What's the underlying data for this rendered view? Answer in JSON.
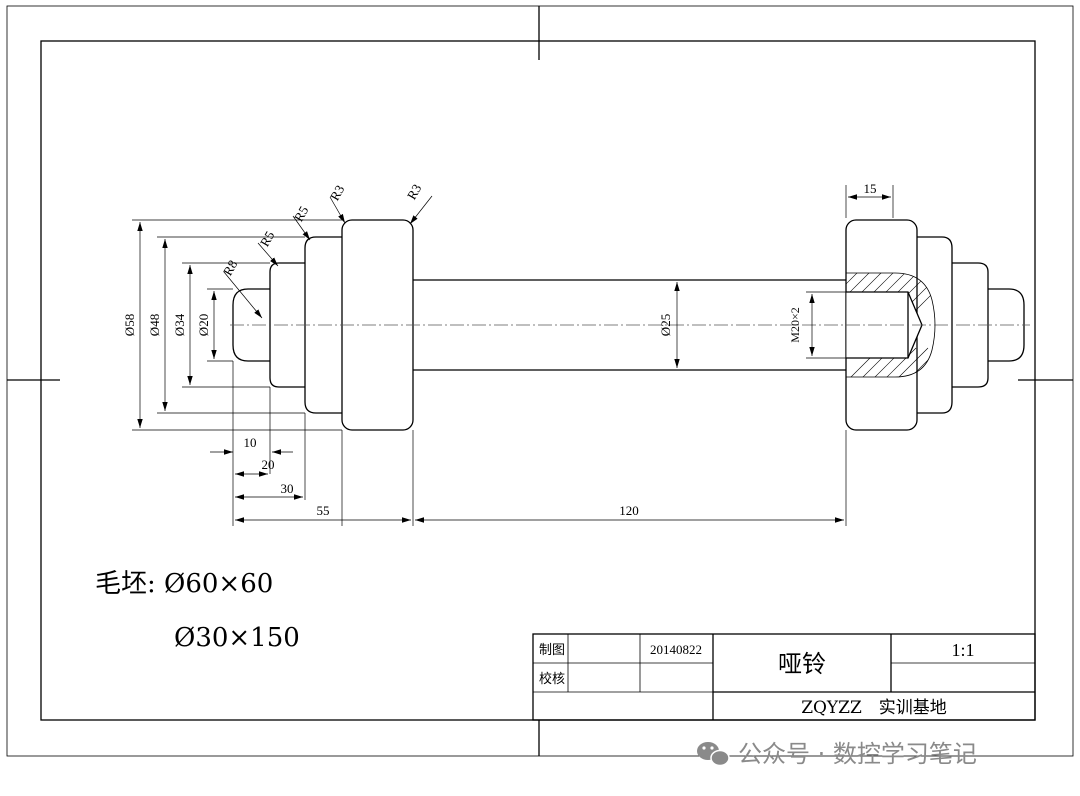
{
  "drawing": {
    "dimensions": {
      "dia58": "Ø58",
      "dia48": "Ø48",
      "dia34": "Ø34",
      "dia20": "Ø20",
      "dia25": "Ø25",
      "thread": "M20×2",
      "r8": "R8",
      "r5a": "R5",
      "r5b": "R5",
      "r3a": "R3",
      "r3b": "R3",
      "len10": "10",
      "len20": "20",
      "len30": "30",
      "len55": "55",
      "len120": "120",
      "len15": "15"
    },
    "blank": {
      "line1": "毛坯: Ø60×60",
      "line2": "Ø30×150"
    }
  },
  "title_block": {
    "drawn_label": "制图",
    "check_label": "校核",
    "date": "20140822",
    "part_name": "哑铃",
    "scale": "1:1",
    "organization": "ZQYZZ　实训基地"
  },
  "watermark": {
    "text": "公众号 · 数控学习笔记",
    "icon": "wechat-icon"
  }
}
